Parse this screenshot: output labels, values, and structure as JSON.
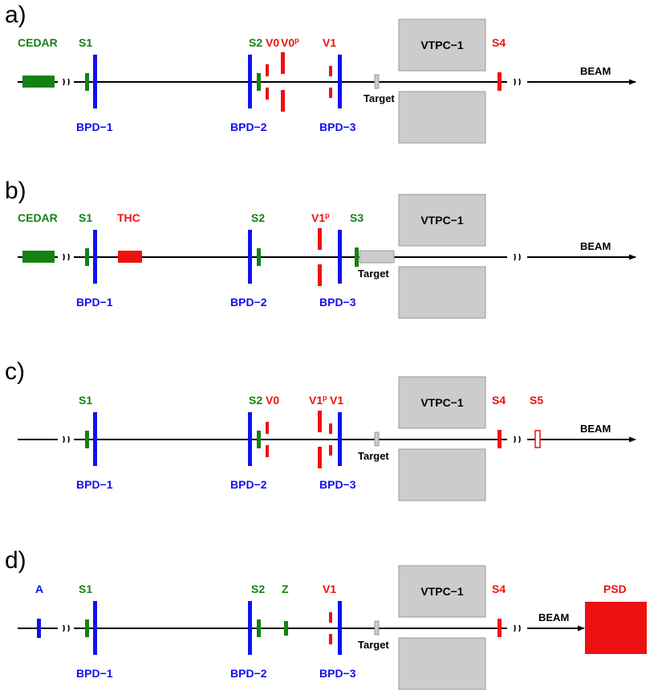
{
  "colors": {
    "green": "#138213",
    "blue": "#1111ee",
    "red": "#ee1111",
    "gray": "#cccccc",
    "gray_stroke": "#999999",
    "black": "#000000"
  },
  "panels": [
    {
      "label": "a)",
      "labels": {
        "cedar": "CEDAR",
        "s1": "S1",
        "s2": "S2",
        "v0": "V0",
        "v0p": "V0",
        "v0p_sup": "p",
        "v1": "V1",
        "vtpc": "VTPC−1",
        "s4": "S4",
        "beam": "BEAM",
        "target": "Target",
        "bpd1": "BPD−1",
        "bpd2": "BPD−2",
        "bpd3": "BPD−3"
      }
    },
    {
      "label": "b)",
      "labels": {
        "cedar": "CEDAR",
        "s1": "S1",
        "thc": "THC",
        "s2": "S2",
        "v1p": "V1",
        "v1p_sup": "p",
        "s3": "S3",
        "vtpc": "VTPC−1",
        "beam": "BEAM",
        "target": "Target",
        "bpd1": "BPD−1",
        "bpd2": "BPD−2",
        "bpd3": "BPD−3"
      }
    },
    {
      "label": "c)",
      "labels": {
        "s1": "S1",
        "s2": "S2",
        "v0": "V0",
        "v1p": "V1",
        "v1p_sup": "p",
        "v1": "V1",
        "vtpc": "VTPC−1",
        "s4": "S4",
        "s5": "S5",
        "beam": "BEAM",
        "target": "Target",
        "bpd1": "BPD−1",
        "bpd2": "BPD−2",
        "bpd3": "BPD−3"
      }
    },
    {
      "label": "d)",
      "labels": {
        "a": "A",
        "s1": "S1",
        "s2": "S2",
        "z": "Z",
        "v1": "V1",
        "vtpc": "VTPC−1",
        "s4": "S4",
        "psd": "PSD",
        "beam": "BEAM",
        "target": "Target",
        "bpd1": "BPD−1",
        "bpd2": "BPD−2",
        "bpd3": "BPD−3"
      }
    }
  ]
}
